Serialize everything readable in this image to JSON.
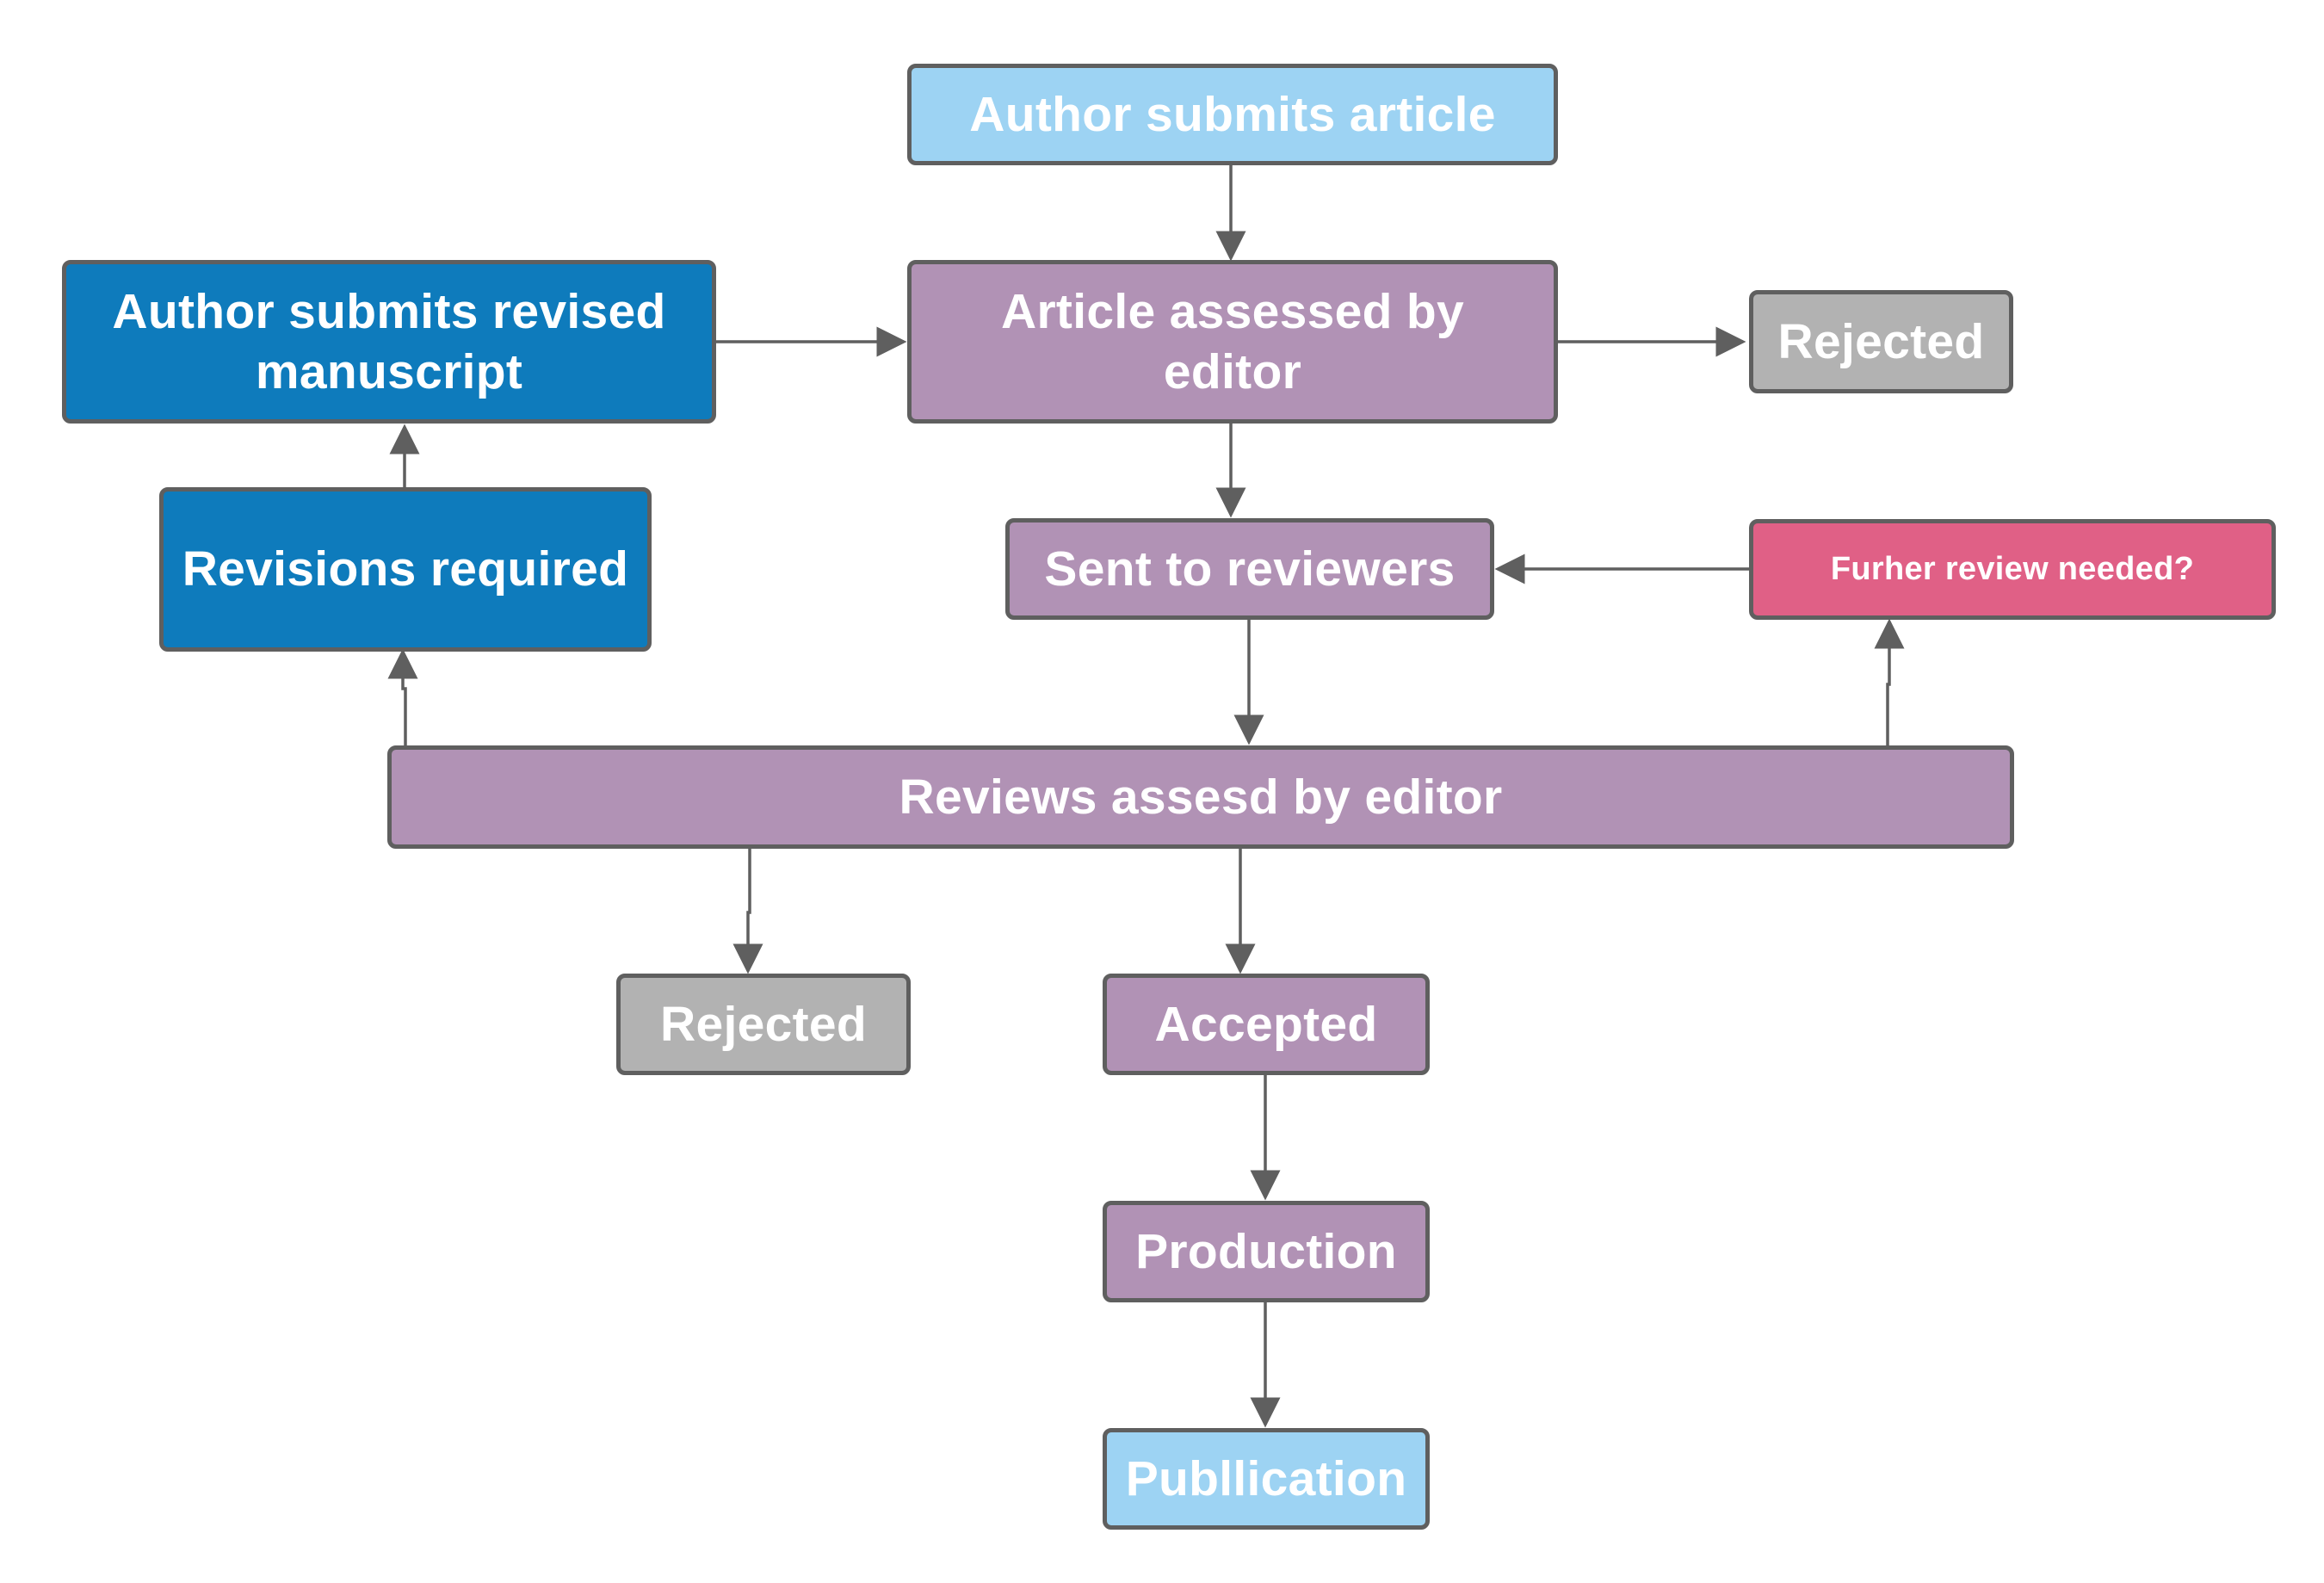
{
  "colors": {
    "light_blue": "#9dd3f3",
    "blue": "#0e7bbc",
    "purple": "#b192b5",
    "gray": "#b2b2b2",
    "pink": "#e06086",
    "border": "#5f5f5f",
    "arrow": "#5f5f5f"
  },
  "nodes": {
    "author_submits_article": "Author submits article",
    "author_submits_revised": "Author submits revised manuscript",
    "article_assessed": "Article  assessed by editor",
    "rejected_top": "Rejected",
    "revisions_required": "Revisions required",
    "sent_to_reviewers": "Sent to reviewers",
    "further_review": "Furher review needed?",
    "reviews_assessed": "Reviews assesd by editor",
    "rejected_bottom": "Rejected",
    "accepted": "Accepted",
    "production": "Production",
    "publication": "Publlication"
  },
  "edges": [
    {
      "from": "author_submits_article",
      "to": "article_assessed"
    },
    {
      "from": "author_submits_revised",
      "to": "article_assessed"
    },
    {
      "from": "article_assessed",
      "to": "rejected_top"
    },
    {
      "from": "article_assessed",
      "to": "sent_to_reviewers"
    },
    {
      "from": "revisions_required",
      "to": "author_submits_revised"
    },
    {
      "from": "further_review",
      "to": "sent_to_reviewers"
    },
    {
      "from": "sent_to_reviewers",
      "to": "reviews_assessed"
    },
    {
      "from": "reviews_assessed",
      "to": "revisions_required"
    },
    {
      "from": "reviews_assessed",
      "to": "further_review"
    },
    {
      "from": "reviews_assessed",
      "to": "rejected_bottom"
    },
    {
      "from": "reviews_assessed",
      "to": "accepted"
    },
    {
      "from": "accepted",
      "to": "production"
    },
    {
      "from": "production",
      "to": "publication"
    }
  ]
}
